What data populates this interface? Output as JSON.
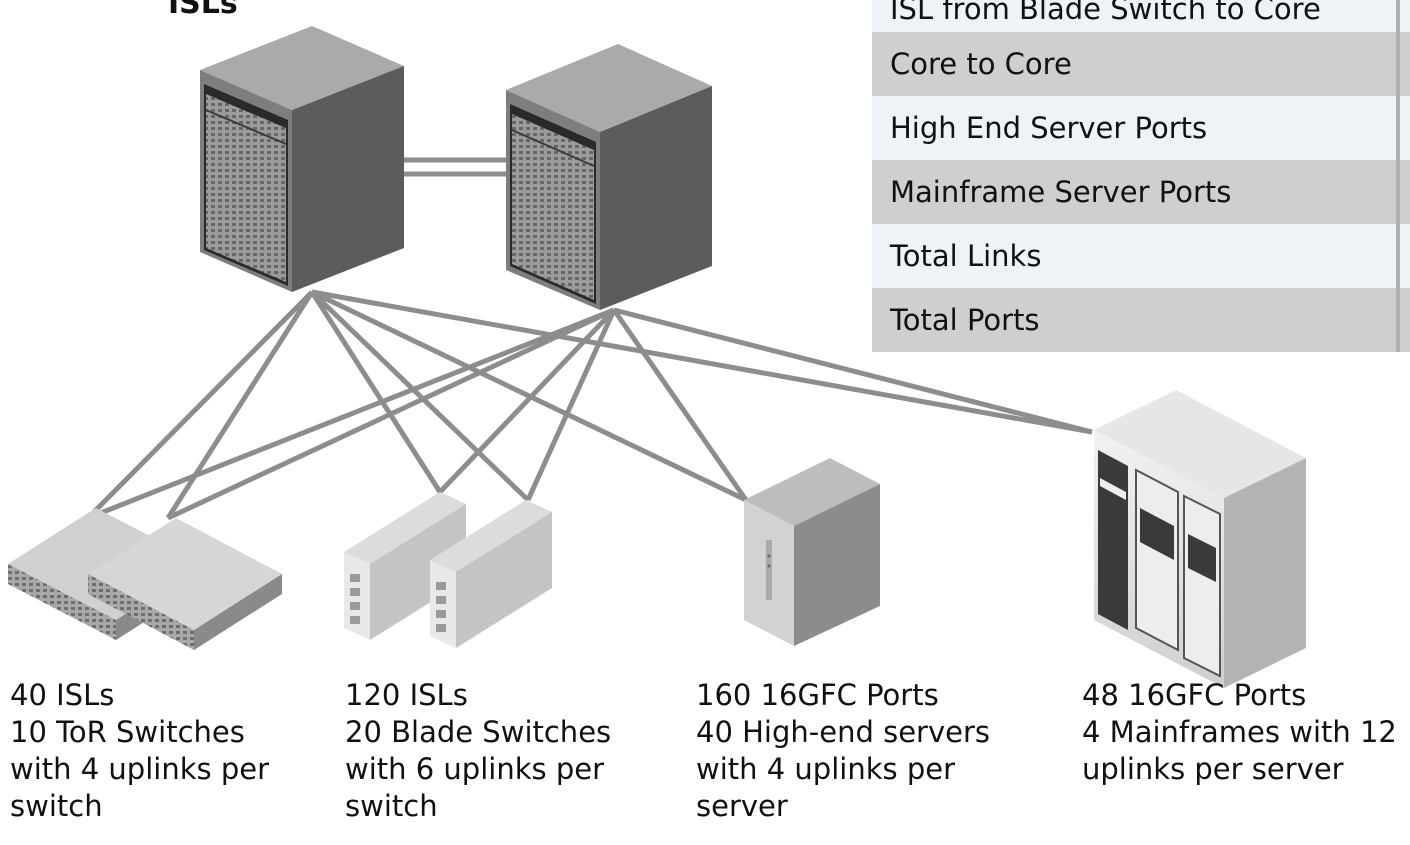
{
  "top_label": "ISLs",
  "legend": {
    "rows": [
      "ISL from Blade Switch to Core",
      "Core to Core",
      "High End Server Ports",
      "Mainframe Server Ports",
      "Total Links",
      "Total Ports"
    ]
  },
  "captions": {
    "tor": [
      "40 ISLs",
      "10 ToR Switches",
      "with 4 uplinks per",
      "switch"
    ],
    "blade": [
      "120 ISLs",
      "20 Blade Switches",
      "with 6 uplinks per",
      "switch"
    ],
    "highend": [
      "160 16GFC Ports",
      "40 High-end servers",
      "with 4 uplinks per",
      "server"
    ],
    "mainframe": [
      "48 16GFC Ports",
      "4 Mainframes with 12",
      "uplinks per server"
    ]
  }
}
